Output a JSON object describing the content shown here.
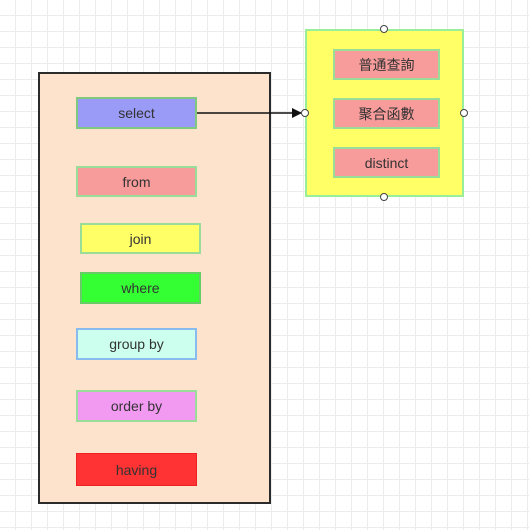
{
  "diagram": {
    "clauses": {
      "select": "select",
      "from": "from",
      "join": "join",
      "where": "where",
      "group_by": "group by",
      "order_by": "order by",
      "having": "having"
    },
    "select_types": {
      "normal_query": "普通查詢",
      "aggregate_function": "聚合函數",
      "distinct": "distinct"
    }
  },
  "colors": {
    "container_fill": "#fde3cb",
    "select_fill": "#9a9af7",
    "from_fill": "#f89b9b",
    "join_fill": "#ffff66",
    "where_fill": "#33ff33",
    "group_by_fill": "#ccffee",
    "order_by_fill": "#f299f2",
    "having_fill": "#ff3333",
    "sub_container_fill": "#ffff66",
    "sub_item_fill": "#f89b9b"
  }
}
